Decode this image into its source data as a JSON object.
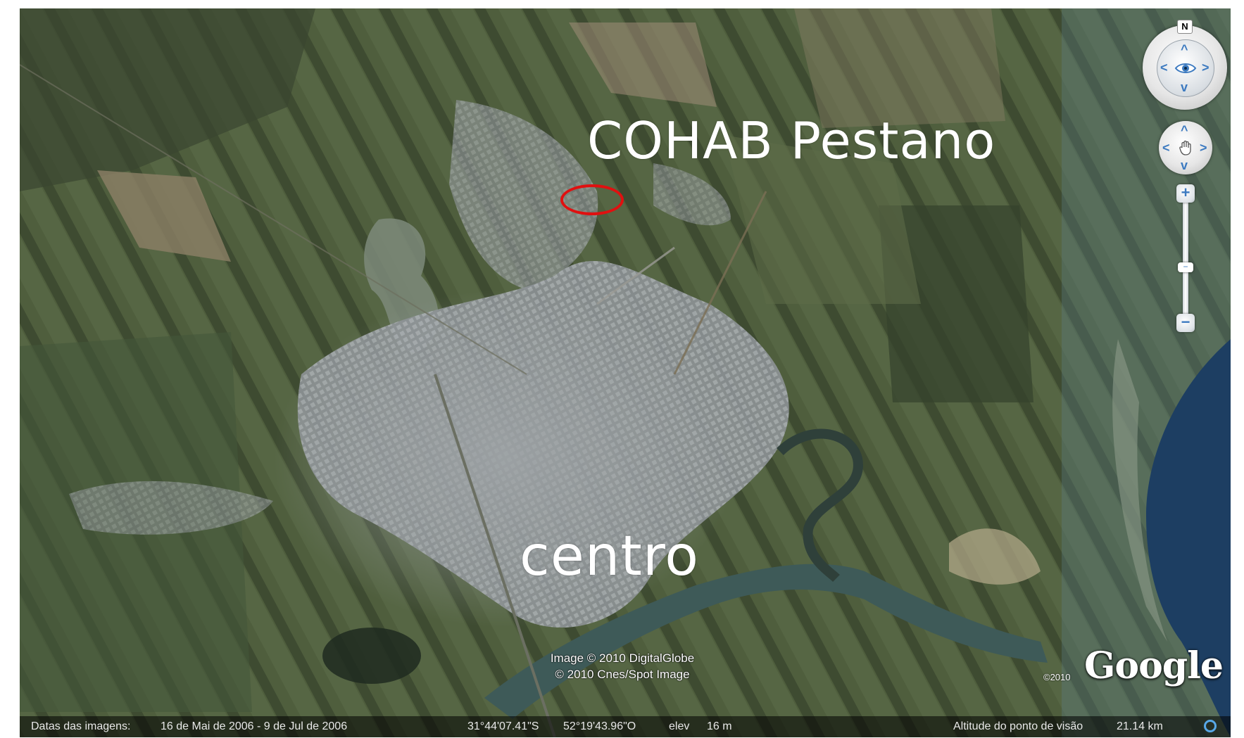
{
  "map": {
    "labels": {
      "cohab": "COHAB Pestano",
      "centro": "centro"
    },
    "marker_color": "#e01010",
    "credits": {
      "line1": "Image © 2010 DigitalGlobe",
      "line2": "© 2010 Cnes/Spot Image",
      "year": "©2010",
      "logo": "Google"
    }
  },
  "statusbar": {
    "dates_label": "Datas das imagens:",
    "dates_value": "16 de Mai de 2006 - 9 de Jul de 2006",
    "lat": "31°44'07.41\"S",
    "lon": "52°19'43.96\"O",
    "elev_label": "elev",
    "elev_value": "16 m",
    "alt_label": "Altitude do ponto de visão",
    "alt_value": "21.14 km",
    "indicator_color": "#58a8e8"
  },
  "navigation": {
    "north_label": "N",
    "look_icon": "eye-icon",
    "move_icon": "hand-icon",
    "zoom_in_label": "+",
    "zoom_out_label": "−",
    "zoom_level_fraction": 0.55
  }
}
